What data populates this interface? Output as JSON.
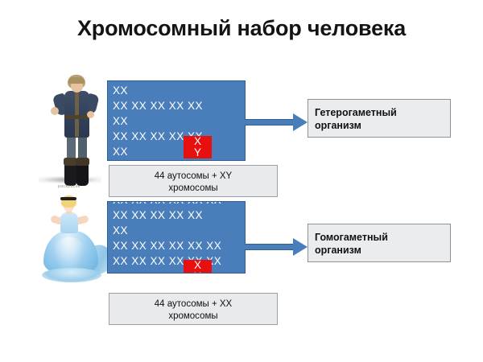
{
  "title": "Хромосомный набор человека",
  "male": {
    "figure_name": "prince-illustration",
    "karyotype": {
      "rows": [
        "XX",
        "XX XX XX XX XX",
        "XX",
        "XX XX XX XX XX",
        "XX"
      ],
      "sex_pair_top": "X",
      "sex_pair_bottom": "Y",
      "highlight_color": "#e8100f",
      "panel_color": "#4a7ebb"
    },
    "caption_line1": "44 аутосомы + XY",
    "caption_line2": "хромосомы",
    "term_line1": "Гетерогаметный",
    "term_line2": "организм",
    "arrow_name": "arrow-to-heterogametic"
  },
  "female": {
    "figure_name": "cinderella-illustration",
    "karyotype": {
      "rows": [
        "XX XX XX XX XX XX",
        "XX XX XX XX XX",
        "XX",
        "XX XX XX XX XX XX",
        "XX XX XX XX XX XX"
      ],
      "sex_pair_top": "X",
      "sex_pair_bottom": "X",
      "highlight_color": "#e8100f",
      "panel_color": "#4a7ebb"
    },
    "caption_line1": "44 аутосомы + XX",
    "caption_line2": "хромосомы",
    "term_line1": "Гомогаметный",
    "term_line2": "организм",
    "arrow_name": "arrow-to-homogametic"
  },
  "watermark": "раскраски"
}
